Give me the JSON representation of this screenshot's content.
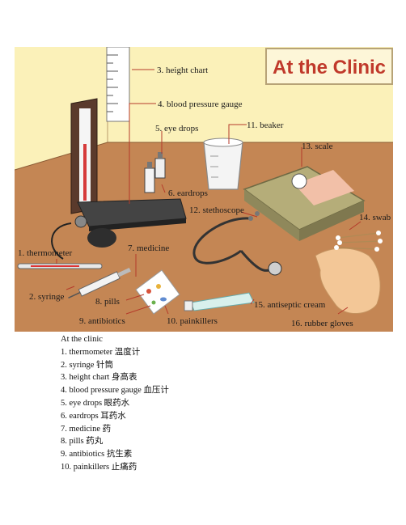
{
  "illustration": {
    "title": "At the Clinic",
    "labels": [
      "1. thermometer",
      "2. syringe",
      "3. height chart",
      "4. blood pressure gauge",
      "5. eye drops",
      "6. eardrops",
      "7. medicine",
      "8. pills",
      "9. antibiotics",
      "10. painkillers",
      "11. beaker",
      "12. stethoscope",
      "13. scale",
      "14. swab",
      "15. antiseptic cream",
      "16. rubber gloves"
    ]
  },
  "vocab": {
    "heading": "At the clinic",
    "items": [
      "1. thermometer 温度计",
      "2. syringe 针筒",
      "3. height chart 身高表",
      "4. blood pressure gauge 血压计",
      "5. eye drops 眼药水",
      "6. eardrops 耳药水",
      "7. medicine 药",
      "8. pills 药丸",
      "9. antibiotics 抗生素",
      "10. painkillers 止痛药"
    ]
  }
}
